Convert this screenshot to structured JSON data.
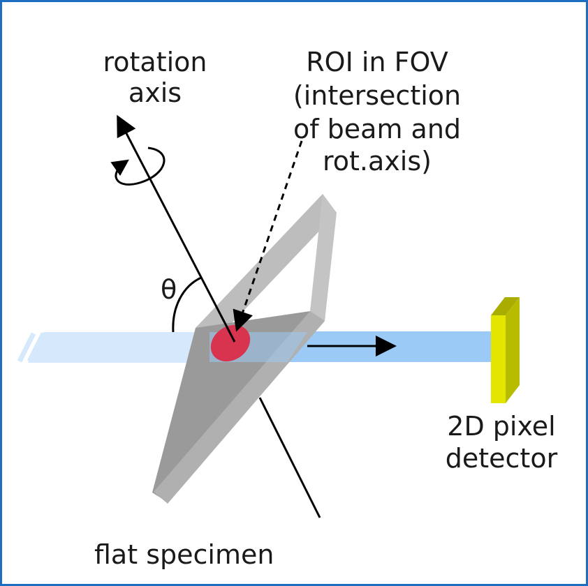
{
  "labels": {
    "rotation_axis_line1": "rotation",
    "rotation_axis_line2": "axis",
    "roi_line1": "ROI in FOV",
    "roi_line2": "(intersection",
    "roi_line3": "of beam and",
    "roi_line4": "rot.axis)",
    "theta": "θ",
    "detector_line1": "2D pixel",
    "detector_line2": "detector",
    "specimen": "flat specimen"
  },
  "colors": {
    "frame_border": "#1c6fc0",
    "beam_incident": "#d6e8fb",
    "beam_transmitted": "#9ccaf6",
    "specimen_face": "#9a9a9a",
    "specimen_top": "#bdbdbd",
    "specimen_side": "#c6c6c6",
    "roi": "#d8344f",
    "detector_front": "#e2e600",
    "detector_side": "#a9ad00",
    "ink": "#000000"
  },
  "icons": {
    "rotation": "rotation-arrow-icon",
    "beam_direction": "arrow-right-icon"
  }
}
